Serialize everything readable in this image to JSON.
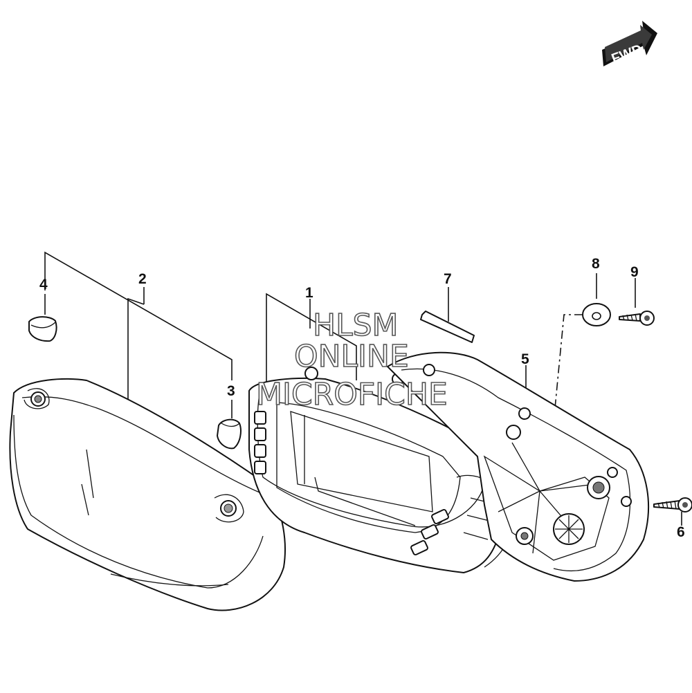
{
  "callouts": [
    {
      "id": "1",
      "label": "1"
    },
    {
      "id": "2",
      "label": "2"
    },
    {
      "id": "3",
      "label": "3"
    },
    {
      "id": "4",
      "label": "4"
    },
    {
      "id": "5",
      "label": "5"
    },
    {
      "id": "6",
      "label": "6"
    },
    {
      "id": "7",
      "label": "7"
    },
    {
      "id": "8",
      "label": "8"
    },
    {
      "id": "9",
      "label": "9"
    }
  ],
  "direction_badge": {
    "label": "FWD",
    "icon": "forward-arrow-icon"
  },
  "watermark": {
    "line1": "HLSM",
    "line2": "ONLINE",
    "line3": "MICROFICHE"
  }
}
